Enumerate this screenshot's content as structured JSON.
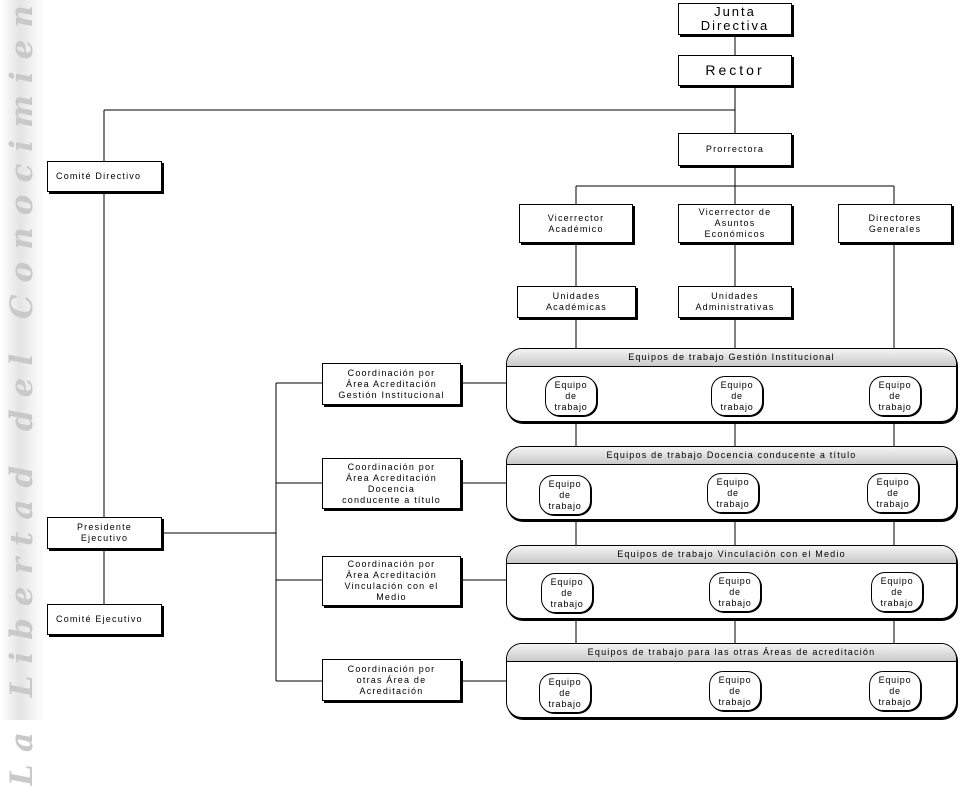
{
  "watermark": "La Libertad del Conocimiento",
  "nodes": {
    "junta": "Junta\nDirectiva",
    "rector": "Rector",
    "prorrectora": "Prorrectora",
    "comite_directivo": "Comité Directivo",
    "vicerrector_academico": "Vicerrector\nAcadémico",
    "vicerrector_economicos": "Vicerrector de\nAsuntos\nEconómicos",
    "directores": "Directores\nGenerales",
    "unidades_academicas": "Unidades\nAcadémicas",
    "unidades_administrativas": "Unidades\nAdministrativas",
    "presidente": "Presidente\nEjecutivo",
    "comite_ejecutivo": "Comité Ejecutivo"
  },
  "coordinations": [
    "Coordinación por\nÁrea Acreditación\nGestión Institucional",
    "Coordinación por\nÁrea Acreditación\nDocencia\nconducente a título",
    "Coordinación por\nÁrea Acreditación\nVinculación con el\nMedio",
    "Coordinación por\notras Área de\nAcreditación"
  ],
  "panels": [
    {
      "title": "Equipos de trabajo Gestión Institucional",
      "teams": [
        "Equipo\nde\ntrabajo",
        "Equipo\nde\ntrabajo",
        "Equipo\nde\ntrabajo"
      ]
    },
    {
      "title": "Equipos de trabajo Docencia conducente a título",
      "teams": [
        "Equipo\nde\ntrabajo",
        "Equipo\nde\ntrabajo",
        "Equipo\nde\ntrabajo"
      ]
    },
    {
      "title": "Equipos de trabajo Vinculación con el Medio",
      "teams": [
        "Equipo\nde\ntrabajo",
        "Equipo\nde\ntrabajo",
        "Equipo\nde\ntrabajo"
      ]
    },
    {
      "title": "Equipos de trabajo para las otras Áreas de acreditación",
      "teams": [
        "Equipo\nde\ntrabajo",
        "Equipo\nde\ntrabajo",
        "Equipo\nde\ntrabajo"
      ]
    }
  ]
}
